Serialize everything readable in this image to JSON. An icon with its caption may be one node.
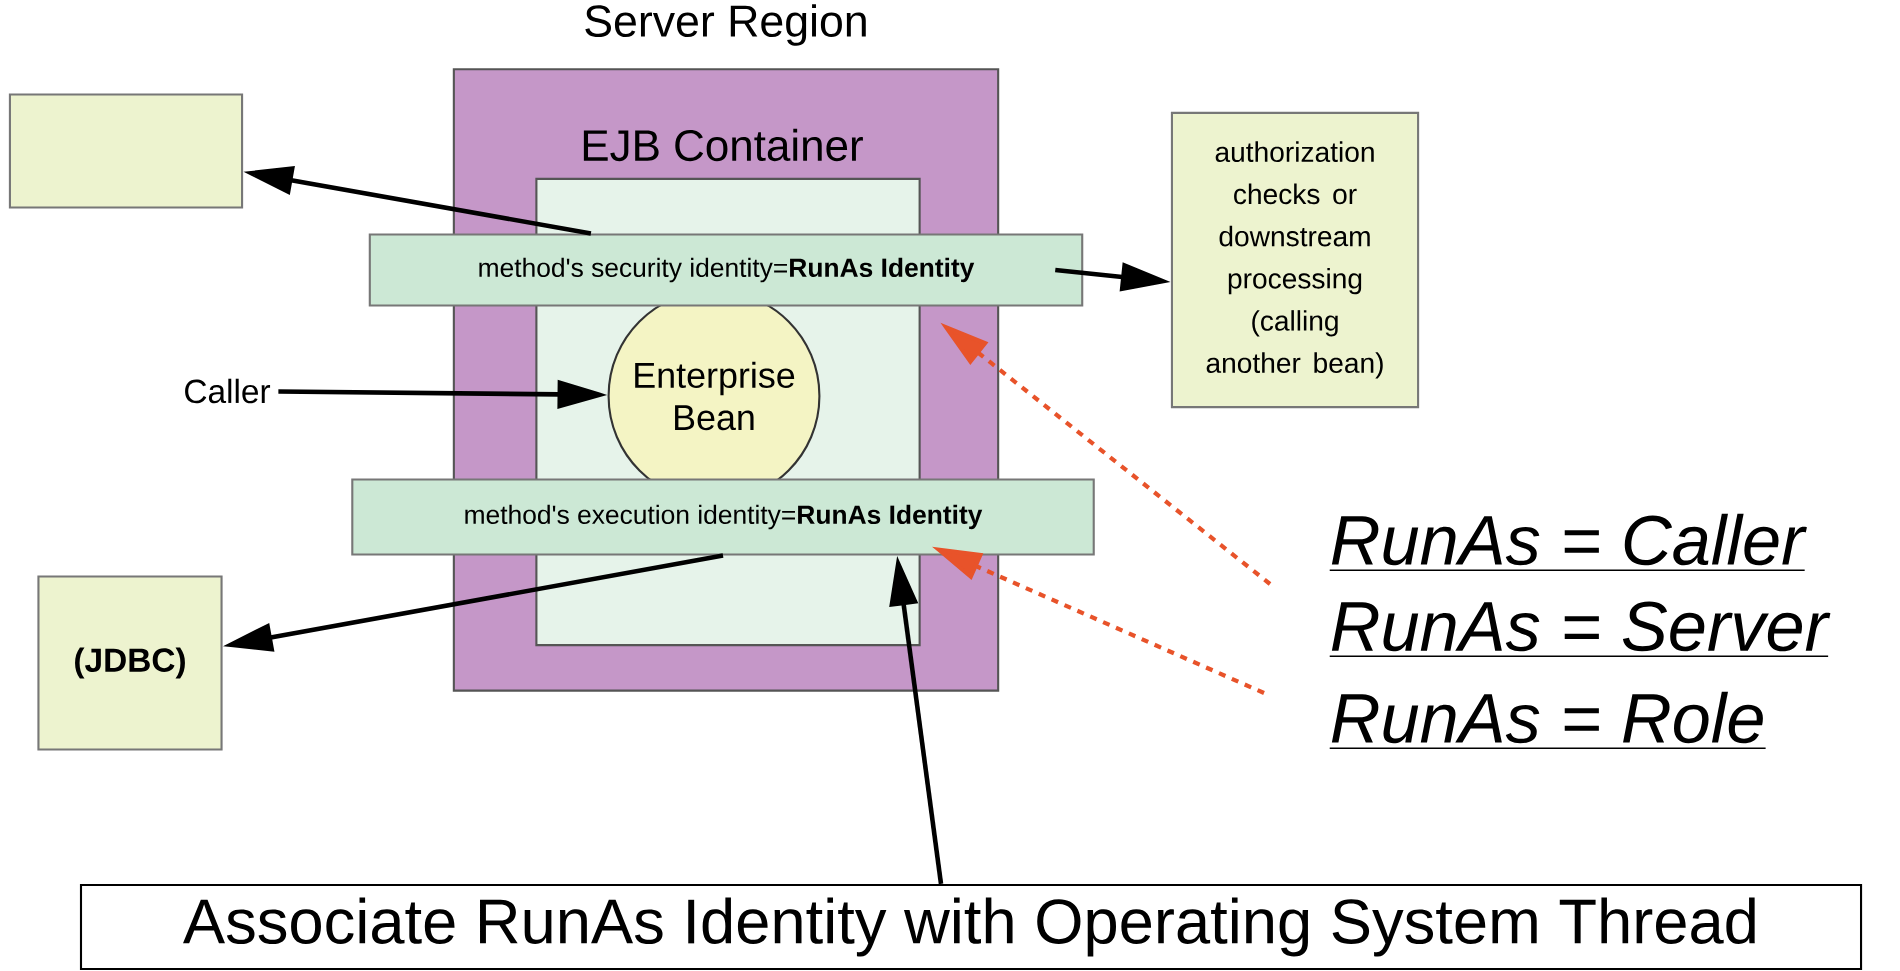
{
  "diagram": {
    "nodes": [
      {
        "text": [
          "Server Region"
        ]
      },
      {
        "text": [
          "EJB Container"
        ],
        "in": 0
      },
      {
        "text": [
          "method's security identity=**RunAs Identity**"
        ]
      },
      {
        "text": [
          "Enterprise Bean"
        ],
        "in": 1
      },
      {
        "text": [
          "method's execution identity=**RunAs Identity**"
        ]
      },
      {
        "text": [],
        "shape": "box"
      },
      {
        "text": [
          "Caller"
        ]
      },
      {
        "text": [
          "(JDBC)"
        ]
      },
      {
        "text": [
          "authorization checks or downstream processing (calling another bean)"
        ]
      },
      {
        "text": [
          "Associate RunAs Identity with Operating System Thread"
        ]
      }
    ],
    "edges": [
      {
        "from": 2,
        "to": 5,
        "arrow": "to"
      },
      {
        "from": 2,
        "to": 8,
        "arrow": "to"
      },
      {
        "from": 6,
        "to": 3,
        "arrow": "to"
      },
      {
        "from": 4,
        "to": 7,
        "arrow": "to"
      },
      {
        "from": 9,
        "to": 4,
        "arrow": "to"
      },
      {
        "from": null,
        "to": 2,
        "arrow": "to",
        "style": "dashed",
        "color": "#e8532a"
      },
      {
        "from": null,
        "to": 4,
        "arrow": "to",
        "style": "dashed",
        "color": "#e8532a"
      }
    ],
    "labels": [
      "RunAs = Caller",
      "RunAs = Server",
      "RunAs = Role"
    ]
  }
}
